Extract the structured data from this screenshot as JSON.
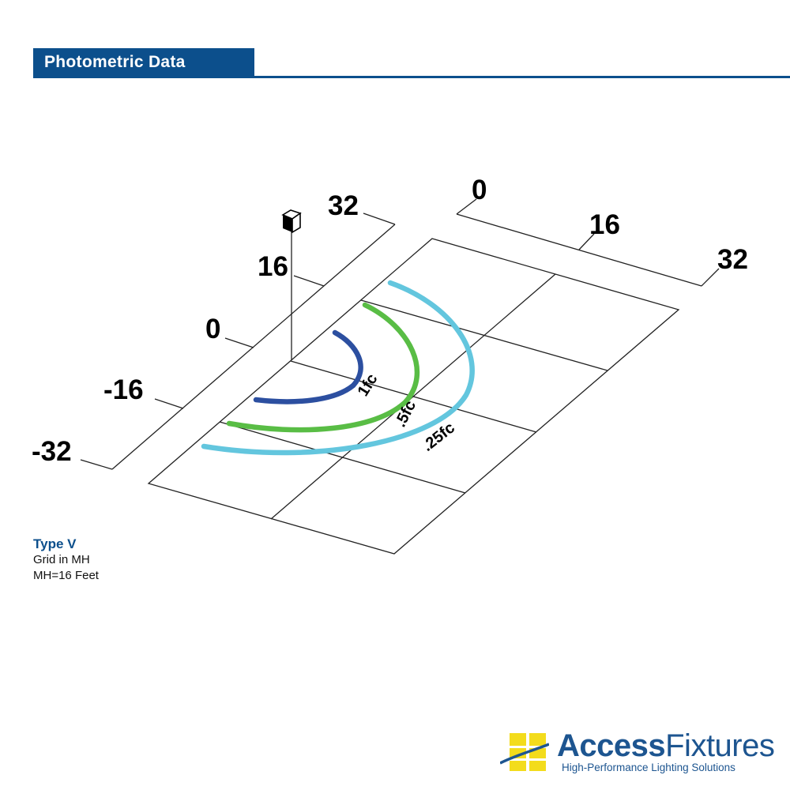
{
  "header": {
    "title": "Photometric Data"
  },
  "axes": {
    "left_ticks": [
      "32",
      "16",
      "0",
      "-16",
      "-32"
    ],
    "right_ticks": [
      "0",
      "16",
      "32"
    ]
  },
  "contours": [
    {
      "label": "1fc",
      "color": "#2c4fa0"
    },
    {
      "label": ".5fc",
      "color": "#59bd45"
    },
    {
      "label": ".25fc",
      "color": "#63c6de"
    }
  ],
  "notes": {
    "type": "Type V",
    "grid": "Grid in MH",
    "mh": "MH=16 Feet"
  },
  "logo": {
    "brand_bold": "Access",
    "brand_light": "Fixtures",
    "tagline": "High-Performance Lighting Solutions",
    "colors": {
      "blue": "#1d5590",
      "yellow": "#f3dc1c"
    }
  }
}
